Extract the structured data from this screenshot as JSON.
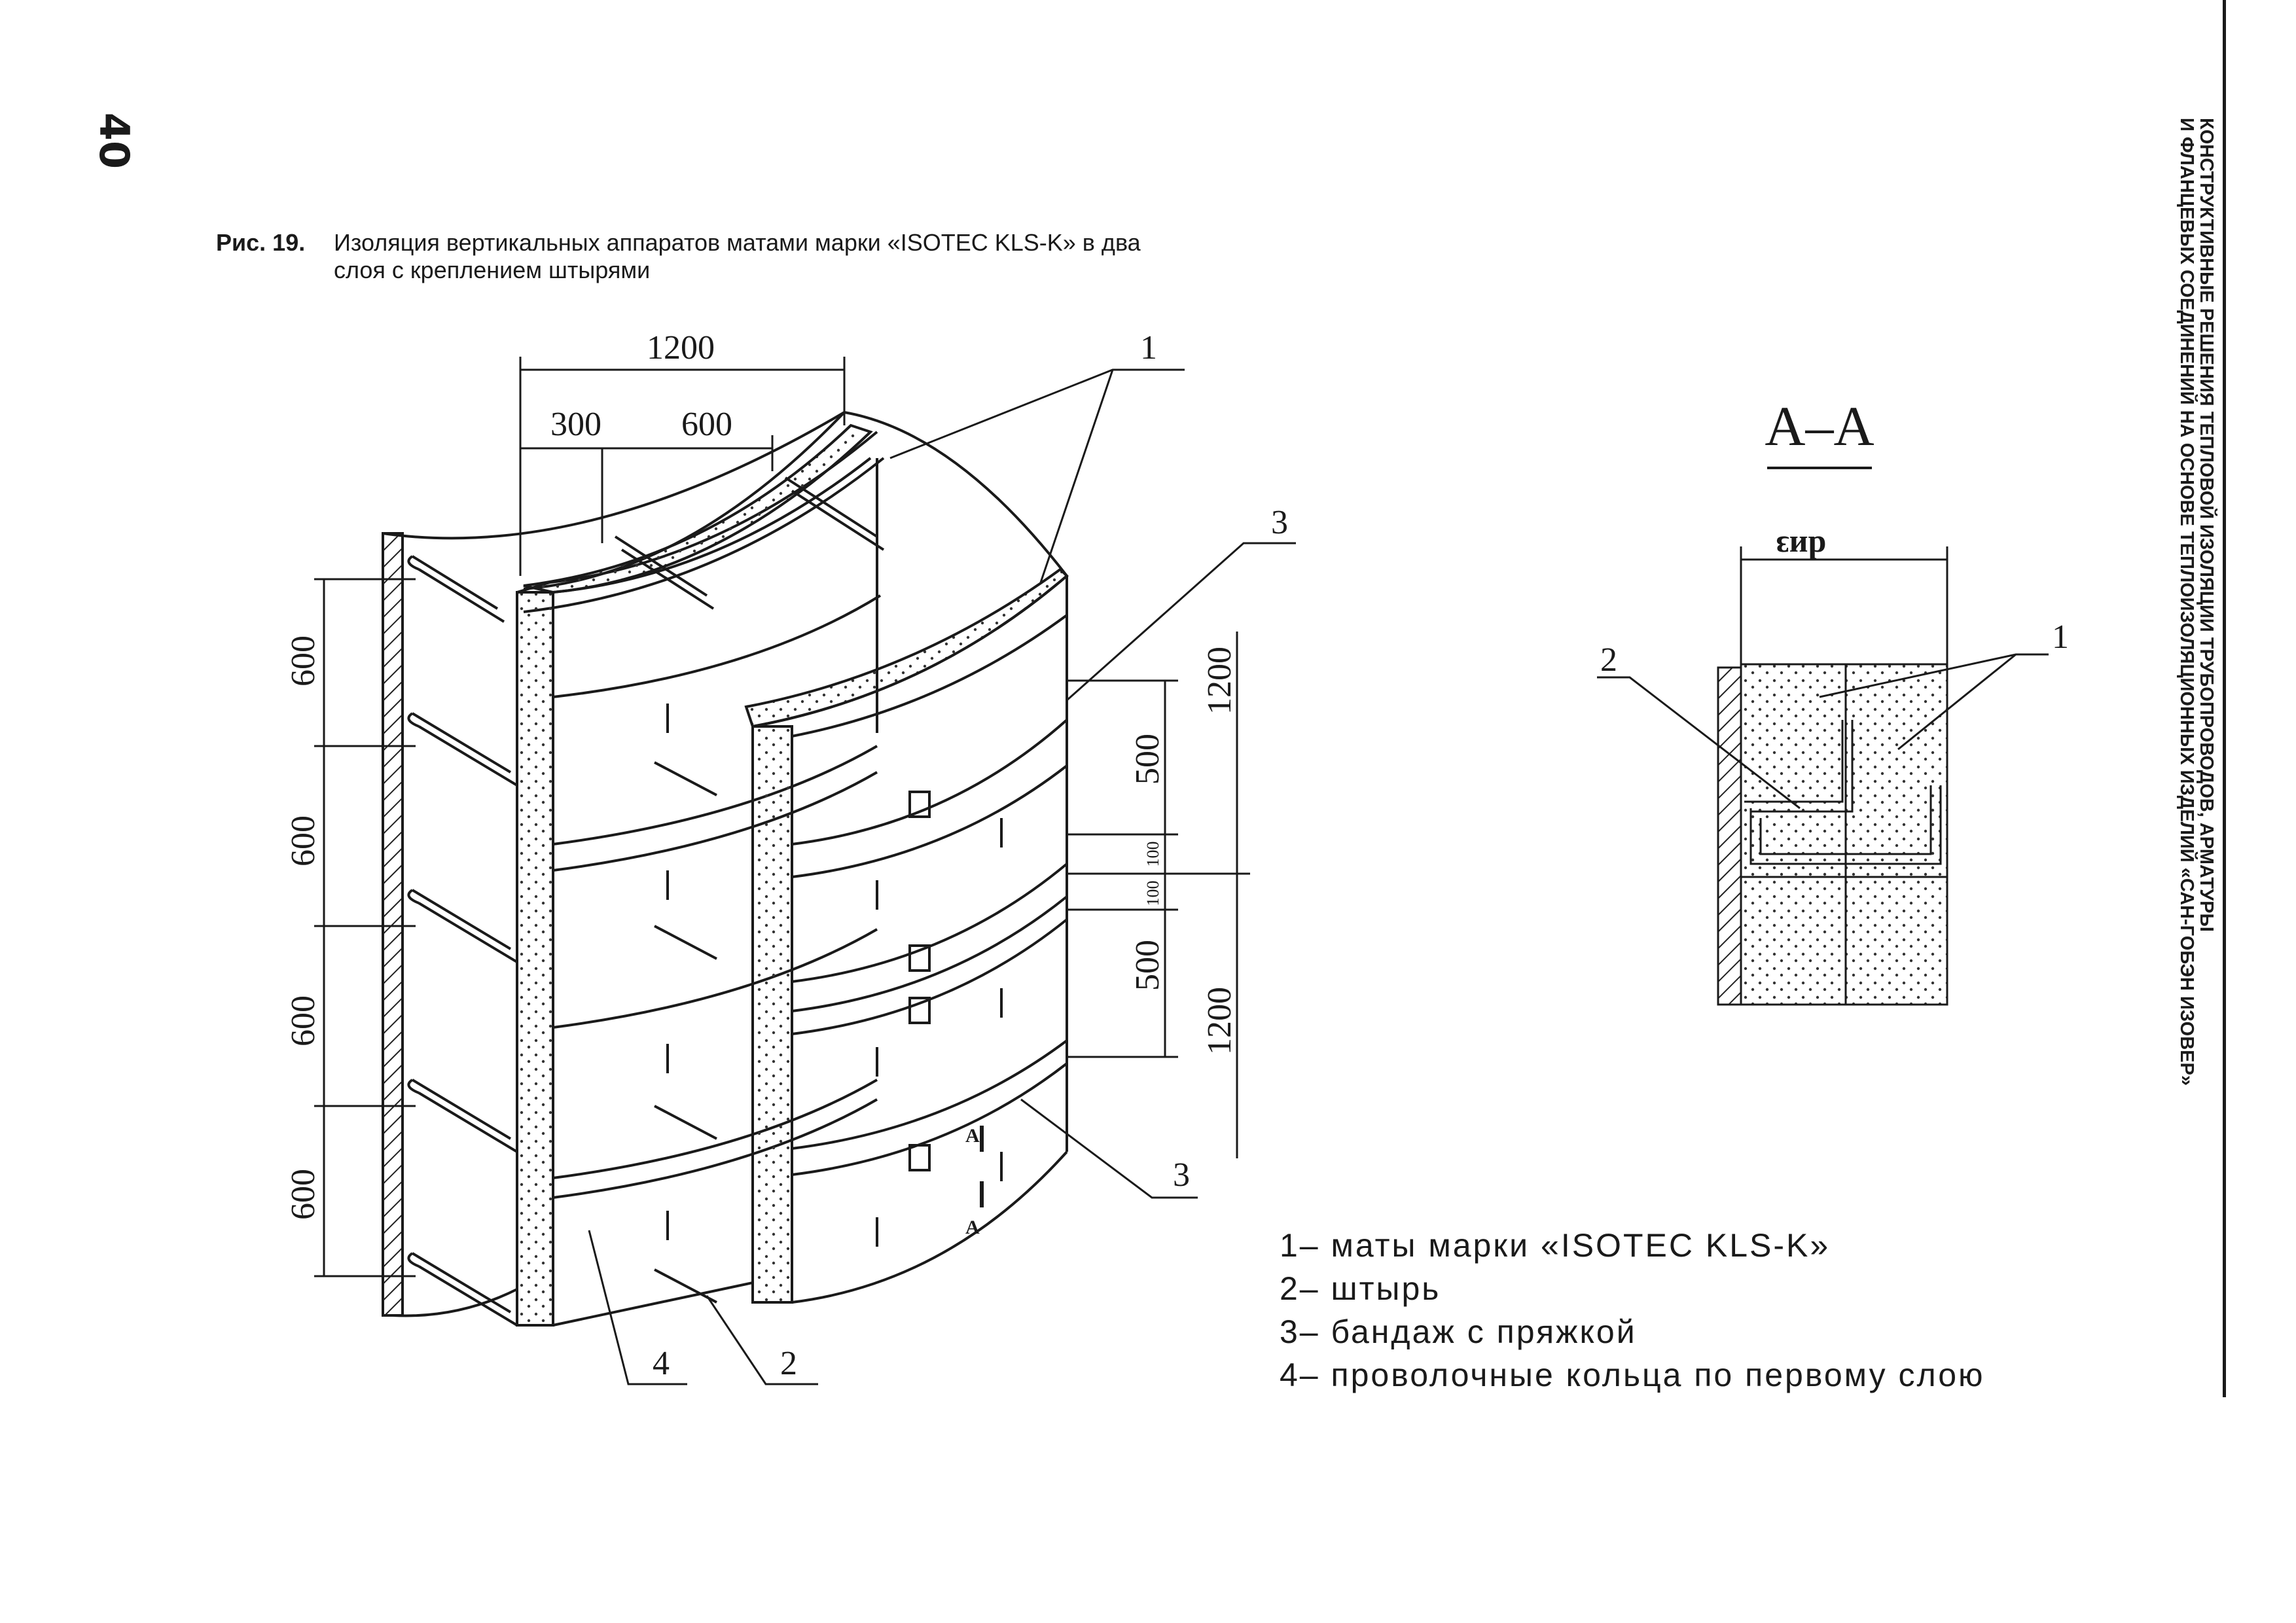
{
  "page": {
    "number": "40"
  },
  "running_header": {
    "line1": "КОНСТРУКТИВНЫЕ РЕШЕНИЯ ТЕПЛОВОЙ ИЗОЛЯЦИИ ТРУБОПРОВОДОВ, АРМАТУРЫ",
    "line2": "И ФЛАНЦЕВЫХ СОЕДИНЕНИЙ НА ОСНОВЕ ТЕПЛОИЗОЛЯЦИОННЫХ ИЗДЕЛИЙ «САН-ГОБЭН ИЗОВЕР»"
  },
  "figure": {
    "label": "Рис. 19.",
    "caption_line1": "Изоляция вертикальных аппаратов матами марки  «ISOTEC KLS-K»  в два",
    "caption_line2": "слоя с креплением штырями"
  },
  "main_view": {
    "dimensions": {
      "width_total": "1200",
      "left_offset": "300",
      "pin_spacing": "600",
      "vertical": [
        "600",
        "600",
        "600",
        "600"
      ],
      "right_top": "1200",
      "right_bottom": "1200",
      "band_a": "500",
      "band_b": "500",
      "gap_a": "100",
      "gap_b": "100"
    },
    "callouts": {
      "mats": "1",
      "pin": "2",
      "band_top": "3",
      "band_bottom": "3",
      "rings": "4"
    },
    "section_marks": [
      "A",
      "A"
    ]
  },
  "section_view": {
    "title": "A–A",
    "dimension": "dиз",
    "callouts": {
      "mats": "1",
      "pin": "2"
    }
  },
  "legend": [
    "1– маты марки «ISOTEC KLS-K»",
    "2– штырь",
    "3– бандаж с пряжкой",
    "4– проволочные кольца по первому слою"
  ]
}
